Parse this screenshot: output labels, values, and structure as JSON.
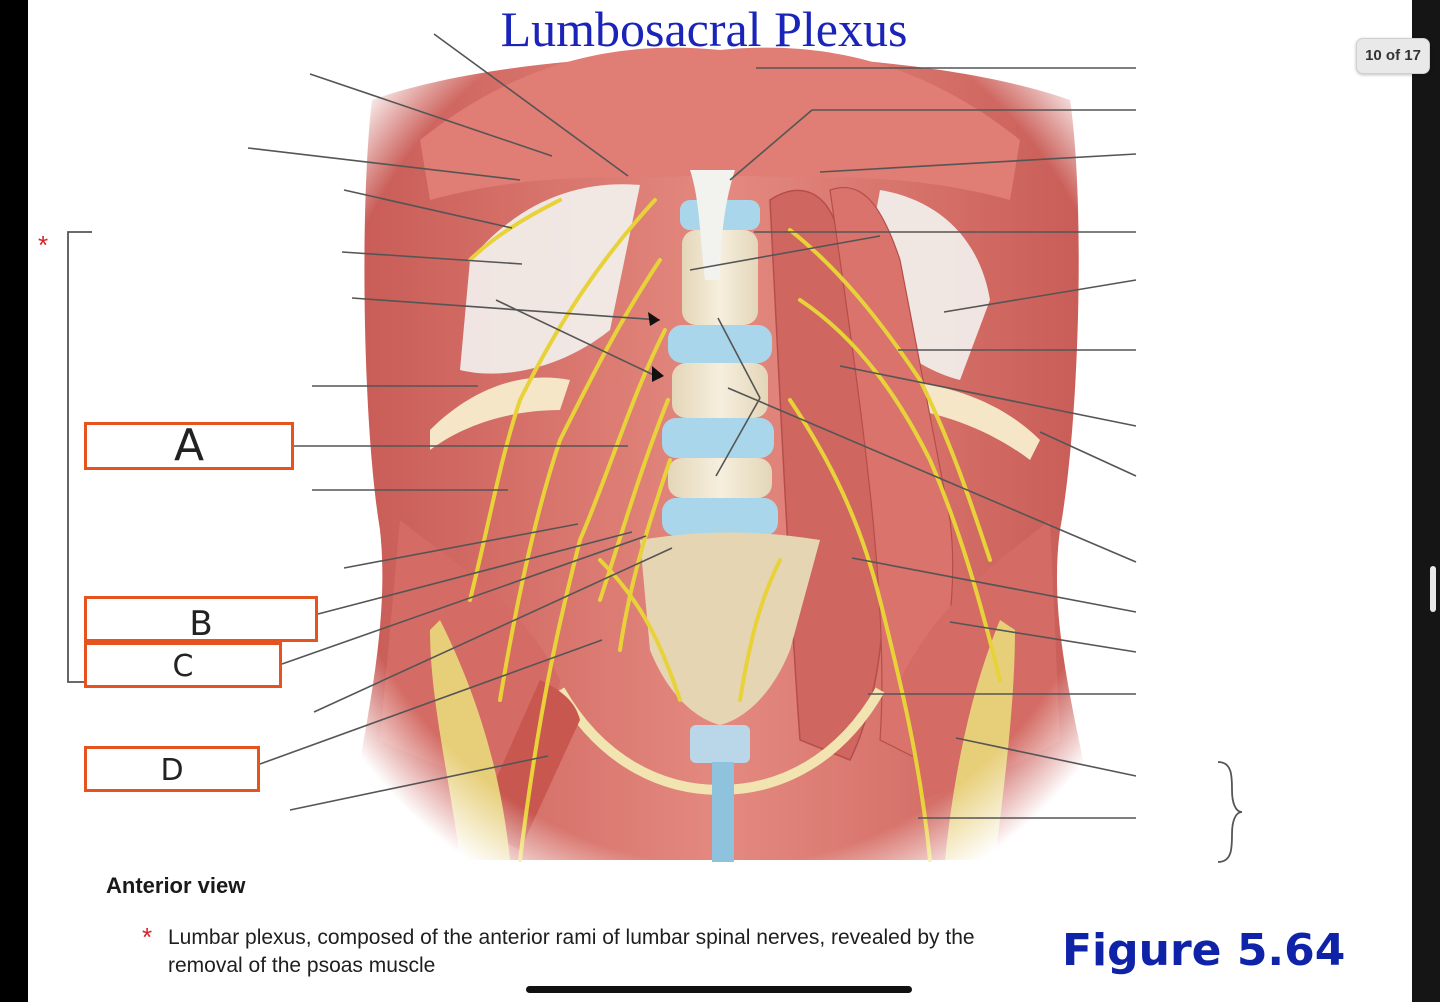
{
  "title": "Lumbosacral Plexus",
  "page_counter": "10 of 17",
  "label_boxes": [
    {
      "id": "A",
      "text": "A"
    },
    {
      "id": "B",
      "text": "B"
    },
    {
      "id": "C",
      "text": "C"
    },
    {
      "id": "D",
      "text": "D"
    }
  ],
  "view_caption": "Anterior view",
  "footnote_marker": "*",
  "footnote": "Lumbar plexus, composed of the anterior rami of lumbar spinal nerves, revealed by the removal of the psoas muscle",
  "figure_label": "Figure 5.64",
  "colors": {
    "title": "#1a24b8",
    "label_border": "#e5531f",
    "muscle": "#d9706a",
    "nerve": "#e8d23a",
    "vertebra": "#eae0c8",
    "disc": "#a9d6ea",
    "figure_label": "#0f23a8"
  }
}
